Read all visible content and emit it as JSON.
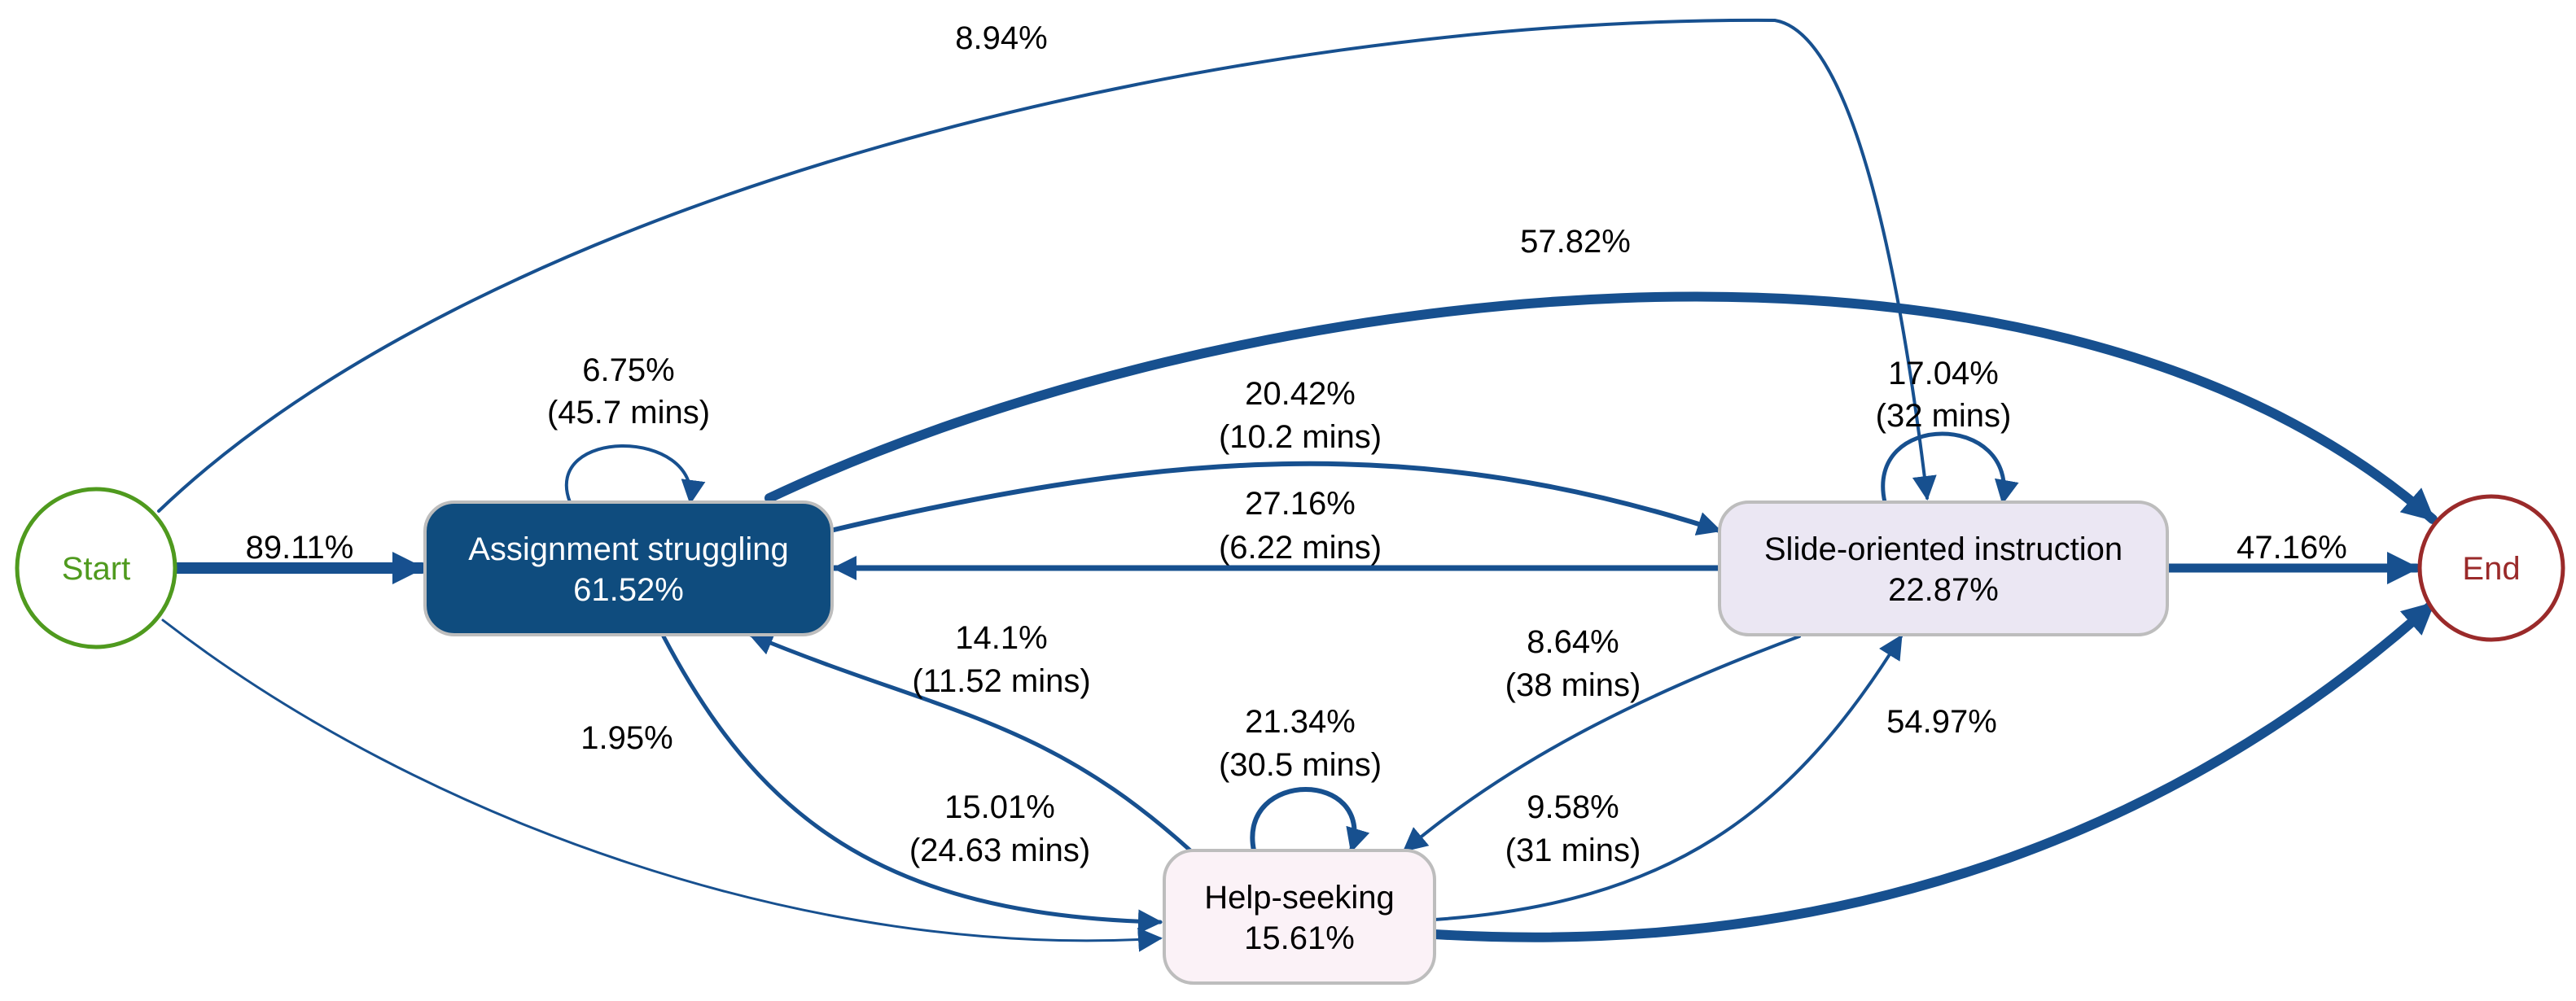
{
  "colors": {
    "edge": "#17508f",
    "start": "#4f9a1e",
    "end": "#9a2a2a",
    "assignment_fill": "#0f4c7e",
    "slide_fill": "#ebe7f3",
    "help_fill": "#fbf2f7",
    "node_border": "#bdbdbd"
  },
  "nodes": {
    "start": {
      "label": "Start"
    },
    "end": {
      "label": "End"
    },
    "assignment": {
      "label": "Assignment struggling",
      "value": "61.52%"
    },
    "slide": {
      "label": "Slide-oriented instruction",
      "value": "22.87%"
    },
    "help": {
      "label": "Help-seeking",
      "value": "15.61%"
    }
  },
  "edges": {
    "start_assignment": {
      "pct": "89.11%"
    },
    "start_slide": {
      "pct": "8.94%"
    },
    "start_help": {
      "pct": "1.95%"
    },
    "assignment_self": {
      "pct": "6.75%",
      "time": "(45.7 mins)"
    },
    "assignment_end": {
      "pct": "57.82%"
    },
    "assignment_slide": {
      "pct": "20.42%",
      "time": "(10.2 mins)"
    },
    "slide_assignment": {
      "pct": "27.16%",
      "time": "(6.22 mins)"
    },
    "slide_self": {
      "pct": "17.04%",
      "time": "(32 mins)"
    },
    "slide_end": {
      "pct": "47.16%"
    },
    "help_assignment": {
      "pct": "14.1%",
      "time": "(11.52 mins)"
    },
    "assignment_help": {
      "pct": "15.01%",
      "time": "(24.63 mins)"
    },
    "help_self": {
      "pct": "21.34%",
      "time": "(30.5 mins)"
    },
    "slide_help": {
      "pct": "8.64%",
      "time": "(38 mins)"
    },
    "help_slide": {
      "pct": "9.58%",
      "time": "(31 mins)"
    },
    "help_end": {
      "pct": "54.97%"
    }
  }
}
